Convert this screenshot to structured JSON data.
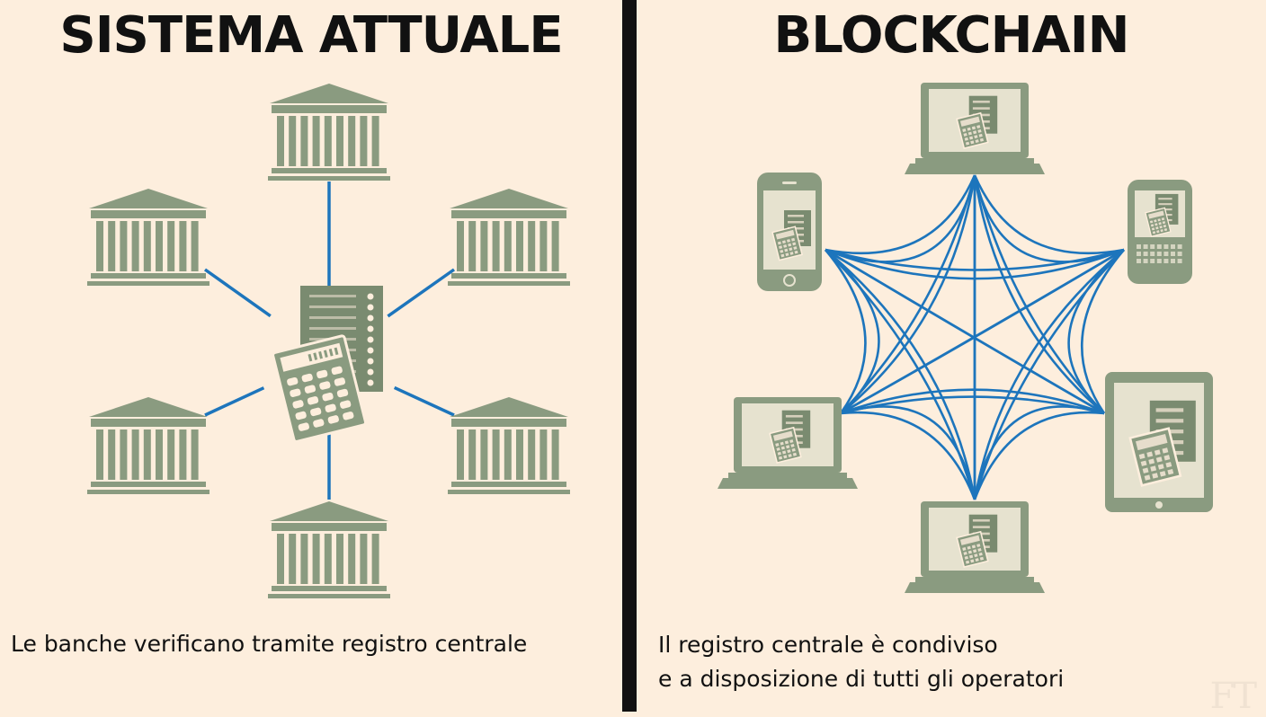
{
  "left": {
    "title": "SISTEMA ATTUALE",
    "caption": "Le banche verificano tramite registro centrale",
    "node_icon": "bank-icon",
    "center_icon": "ledger-calculator-icon"
  },
  "right": {
    "title": "BLOCKCHAIN",
    "caption_line1": "Il registro centrale è condiviso",
    "caption_line2": "e a disposizione di tutti gli operatori",
    "node_icons": [
      "laptop-icon",
      "smartphone-icon",
      "blackberry-phone-icon",
      "laptop-icon",
      "tablet-icon",
      "laptop-icon"
    ]
  },
  "watermark": "FT",
  "colors": {
    "background": "#fdeedd",
    "icon": "#8a9b80",
    "icon_dark": "#7a8b70",
    "link": "#1d75bc",
    "divider": "#111111",
    "text": "#111111"
  }
}
